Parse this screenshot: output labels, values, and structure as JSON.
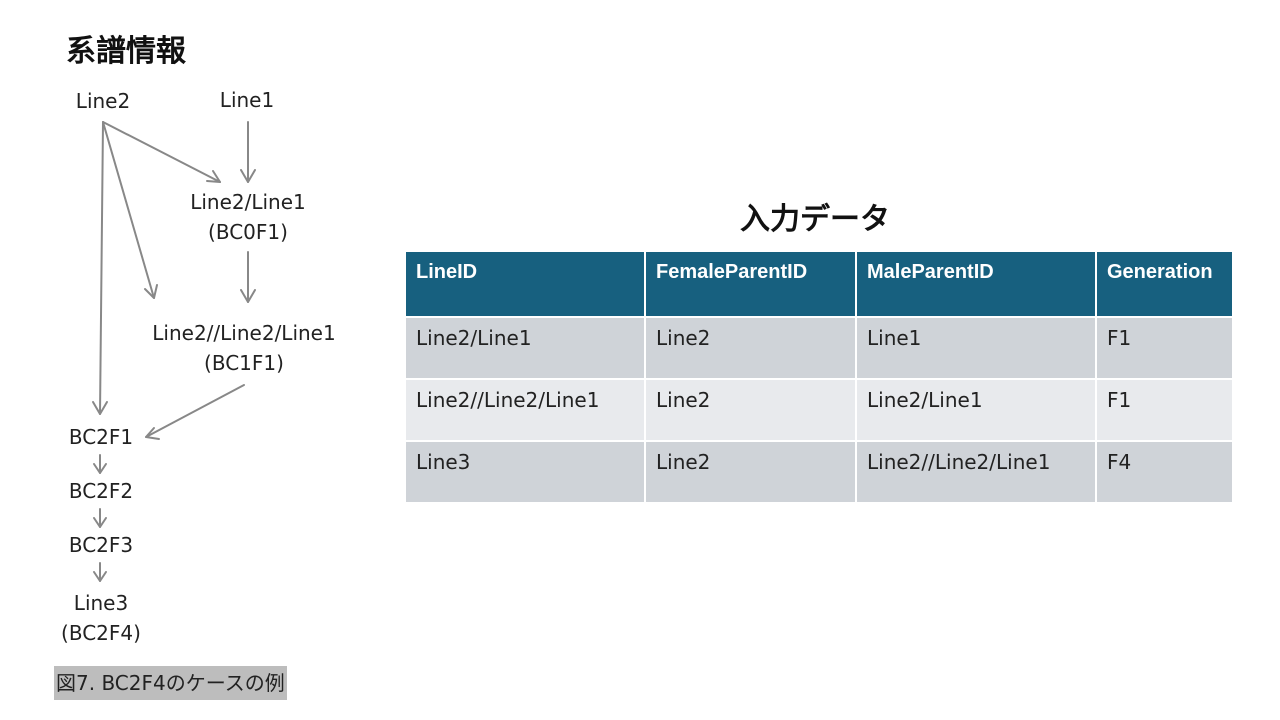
{
  "page_title": "系譜情報",
  "pedigree": {
    "nodes": {
      "line2": [
        "Line2"
      ],
      "line1": [
        "Line1"
      ],
      "bc0f1": [
        "Line2/Line1",
        "(BC0F1)"
      ],
      "bc1f1": [
        "Line2//Line2/Line1",
        "(BC1F1)"
      ],
      "bc2f1": [
        "BC2F1"
      ],
      "bc2f2": [
        "BC2F2"
      ],
      "bc2f3": [
        "BC2F3"
      ],
      "line3": [
        "Line3",
        "(BC2F4)"
      ]
    },
    "edge_color": "#888888"
  },
  "caption": "図7.  BC2F4のケースの例",
  "table": {
    "title": "入力データ",
    "columns": [
      "LineID",
      "FemaleParentID",
      "MaleParentID",
      "Generation"
    ],
    "rows": [
      [
        "Line2/Line1",
        "Line2",
        "Line1",
        "F1"
      ],
      [
        "Line2//Line2/Line1",
        "Line2",
        "Line2/Line1",
        "F1"
      ],
      [
        "Line3",
        "Line2",
        "Line2//Line2/Line1",
        "F4"
      ]
    ],
    "header_color": "#17607f",
    "row_colors": [
      "#cfd3d8",
      "#e8eaed"
    ]
  }
}
